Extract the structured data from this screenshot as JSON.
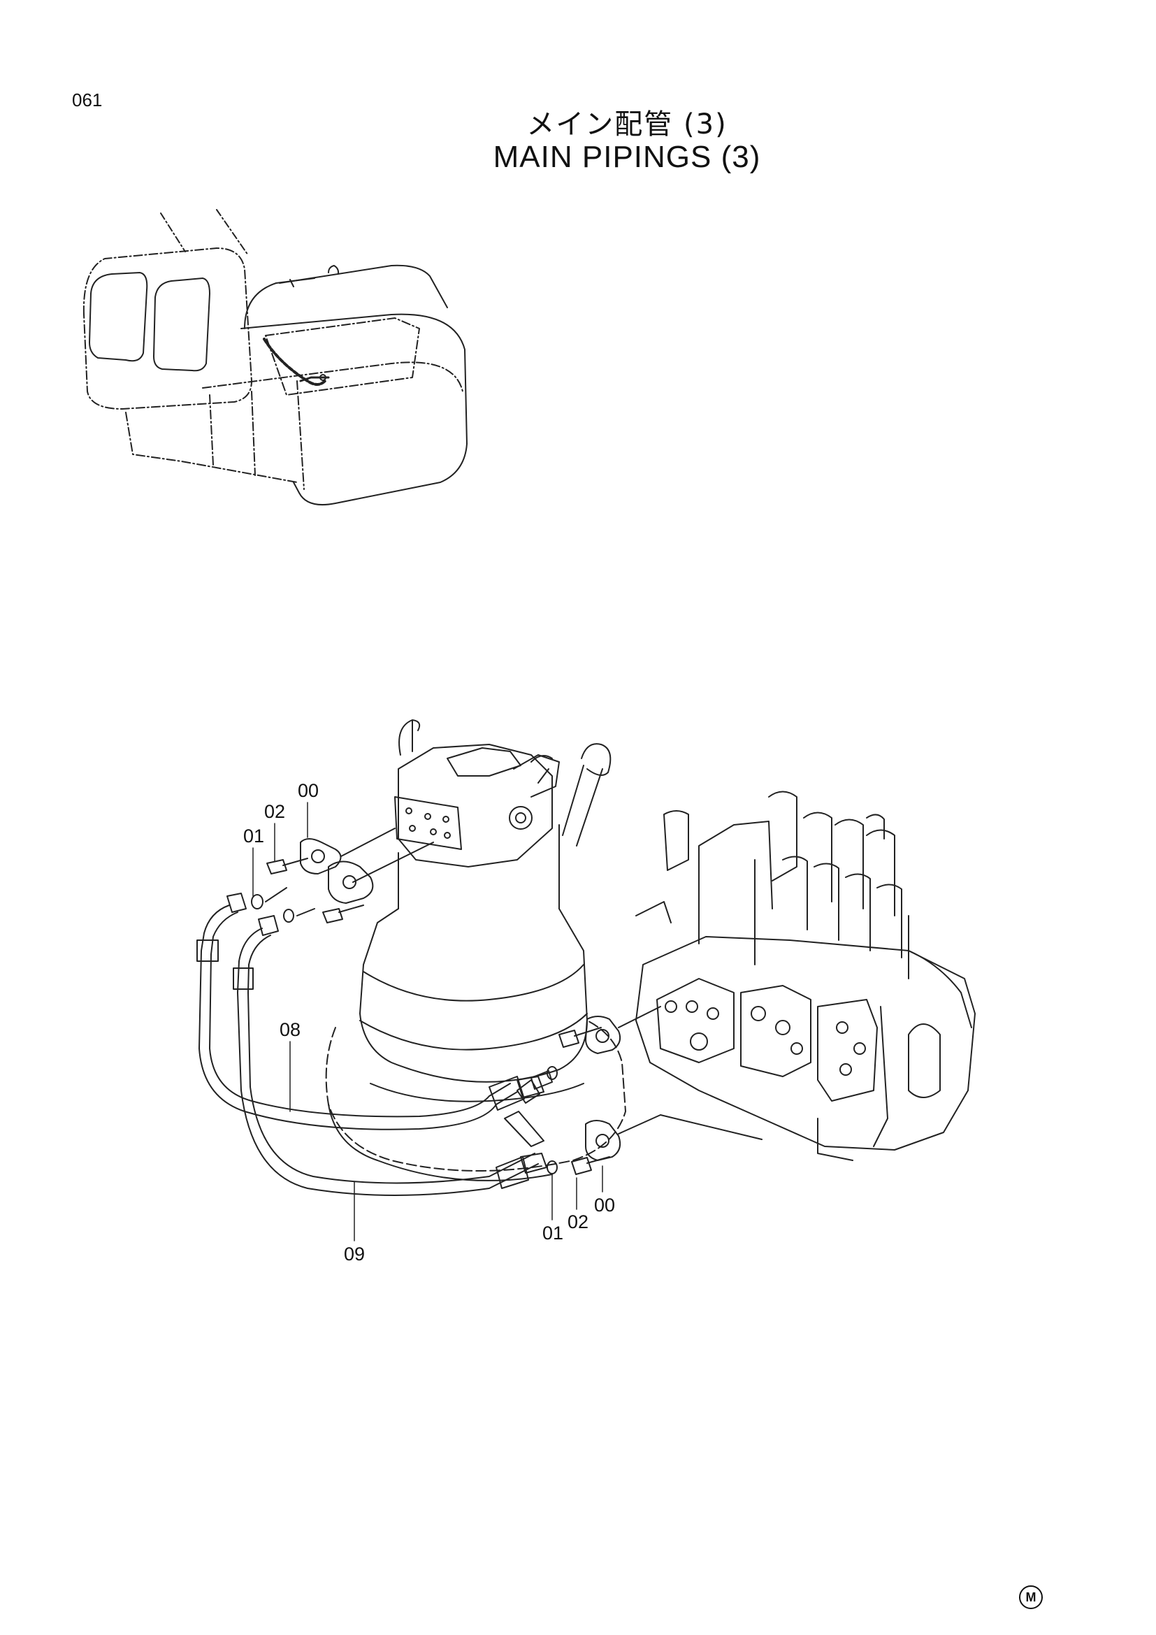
{
  "header": {
    "page_code": "061",
    "title_jp": "メイン配管 (3)",
    "title_en": "MAIN PIPINGS (3)"
  },
  "callouts": {
    "upper": {
      "oring": "01",
      "bolt": "02",
      "flange": "00"
    },
    "hose_upper": "08",
    "hose_lower": "09",
    "lower": {
      "oring": "01",
      "bolt": "02",
      "flange": "00"
    }
  },
  "footer": {
    "mark": "M"
  },
  "icons": [
    "excavator-locator-icon",
    "swing-motor-icon",
    "control-valve-icon"
  ]
}
